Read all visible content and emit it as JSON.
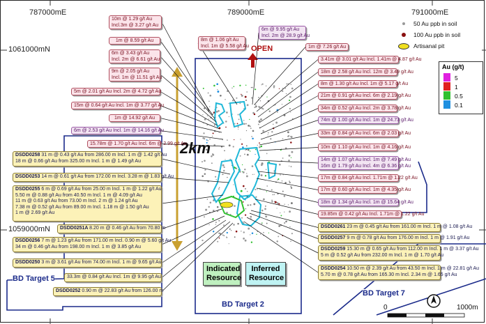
{
  "grid": {
    "eastings": [
      "787000mE",
      "789000mE",
      "791000mE"
    ],
    "northings": [
      "1061000mN",
      "1059000mN"
    ]
  },
  "legend": {
    "items": [
      {
        "label": "50 Au ppb in soil",
        "swatch": "small-dot",
        "color": "#999999"
      },
      {
        "label": "100 Au ppb in soil",
        "swatch": "large-dot",
        "color": "#8a1010"
      },
      {
        "label": "Artisanal pit",
        "swatch": "ellipse",
        "color": "#f0e020"
      }
    ]
  },
  "color_legend": {
    "title": "Au (g/t)",
    "entries": [
      {
        "label": "5",
        "color": "#e020e0"
      },
      {
        "label": "1",
        "color": "#e02020"
      },
      {
        "label": "0.5",
        "color": "#30c030"
      },
      {
        "label": "0.1",
        "color": "#2090e0"
      }
    ]
  },
  "scale": {
    "text": "2km",
    "start": "0",
    "end": "1000m"
  },
  "open_label": "OPEN",
  "targets": [
    "BD Target 5",
    "BD Target 2",
    "BD Target 7"
  ],
  "resources": {
    "indicated": {
      "line1": "Indicated",
      "line2": "Resource",
      "color": "#bff0bf"
    },
    "inferred": {
      "line1": "Inferred",
      "line2": "Resource",
      "color": "#bff3f3"
    }
  },
  "labels_top": [
    {
      "lines": [
        "10m @ 1.29 g/t Au",
        "Incl.3m @ 3.27 g/t Au"
      ],
      "style": "pink"
    },
    {
      "lines": [
        "1m @ 8.59 g/t Au"
      ],
      "style": "pink"
    },
    {
      "lines": [
        "6m @ 3.43 g/t Au",
        "Incl. 2m @ 6.61 g/t Au"
      ],
      "style": "pink"
    },
    {
      "lines": [
        "9m @ 2.05 g/t Au",
        "Incl. 1m @ 11.51 g/t Au"
      ],
      "style": "pink"
    },
    {
      "lines": [
        "5m @ 2.01 g/t Au  Incl. 2m @ 4.72 g/t Au"
      ],
      "style": "pink"
    },
    {
      "lines": [
        "15m @ 0.64 g/t Au  Incl. 1m @ 3.77 g/t Au"
      ],
      "style": "pink"
    },
    {
      "lines": [
        "1m @ 14.92 g/t Au"
      ],
      "style": "pink"
    },
    {
      "lines": [
        "6m @ 2.53 g/t Au  Incl. 1m @ 14.16 g/t Au"
      ],
      "style": "purple"
    },
    {
      "lines": [
        "15.78m @ 1.70 g/t Au  Incl. 6m @ 2.99 g/t Au"
      ],
      "style": "pink"
    },
    {
      "lines": [
        "8m @ 1.06 g/t Au",
        "Incl. 1m @ 5.58 g/t Au"
      ],
      "style": "pink"
    },
    {
      "lines": [
        "6m @ 9.95 g/t Au",
        "Incl. 2m @ 28.9 g/t Au"
      ],
      "style": "purple"
    }
  ],
  "labels_right": [
    {
      "lines": [
        "1m @ 7.26 g/t Au"
      ],
      "style": "pink"
    },
    {
      "lines": [
        "3.41m @ 3.01 g/t Au  Incl. 1.41m @ 4.87 g/t Au"
      ],
      "style": "pink"
    },
    {
      "lines": [
        "18m @ 2.58 g/t Au  Incl. 12m @ 3.49 g/t Au"
      ],
      "style": "pink"
    },
    {
      "lines": [
        "8m @ 1.30 g/t Au  Incl. 1m @ 5.17 g/t Au"
      ],
      "style": "pink"
    },
    {
      "lines": [
        "21m @ 0.91 g/t Au  Incl. 6m @ 2.19 g/t Au"
      ],
      "style": "pink"
    },
    {
      "lines": [
        "34m @ 0.52 g/t Au  Incl. 2m @ 3.78 g/t Au"
      ],
      "style": "pink"
    },
    {
      "lines": [
        "74m @ 1.00 g/t Au  Incl. 1m @ 24.73 g/t Au"
      ],
      "style": "purple"
    },
    {
      "lines": [
        "33m @ 0.84 g/t Au  Incl. 6m @ 2.03 g/t Au"
      ],
      "style": "pink"
    },
    {
      "lines": [
        "10m @ 1.10 g/t Au  Incl. 1m @ 4.16 g/t Au"
      ],
      "style": "pink"
    },
    {
      "lines": [
        "14m @ 1.07 g/t Au  Incl. 1m @ 7.49 g/t Au",
        "16m @ 1.79 g/t Au  Incl. 4m @ 6.36 g/t Au"
      ],
      "style": "purple"
    },
    {
      "lines": [
        "17m @ 0.84 g/t Au  Incl. 1.71m @ 1.22 g/t Au"
      ],
      "style": "pink"
    },
    {
      "lines": [
        "17m @ 0.60 g/t Au  Incl. 1m @ 4.35 g/t Au"
      ],
      "style": "pink"
    },
    {
      "lines": [
        "18m @ 1.34 g/t Au  Incl. 1m @ 15.64 g/t Au"
      ],
      "style": "purple"
    },
    {
      "lines": [
        "19.85m @ 0.42 g/t Au  Incl. 1.71m @ 1.22 g/t Au"
      ],
      "style": "pink"
    }
  ],
  "labels_left_drill": [
    {
      "hole": "DSDD0258",
      "lines": [
        "31 m @ 0.43 g/t Au from 286.00 m Incl. 1 m @ 1.42 g/t Au",
        "18 m @ 0.66 g/t Au from 325.00 m Incl. 1 m @ 1.49 g/t Au"
      ]
    },
    {
      "hole": "DSDD0253",
      "lines": [
        "14 m @ 0.61 g/t Au from 172.00 m Incl. 3.28 m @ 1.83 g/t Au"
      ]
    },
    {
      "hole": "DSDD0255",
      "lines": [
        "6 m @ 0.69 g/t Au from 25.00 m Incl. 1 m @ 1.22 g/t Au",
        "5.50 m @ 0.88 g/t Au from 40.50 m Incl. 1 m @ 4.09 g/t Au",
        "11 m @ 0.63 g/t Au from 73.00 m Incl. 2 m @ 1.24 g/t Au",
        "7.38 m @ 0.52 g/t Au from 89.00 m Incl. 1.18 m @ 1.50 g/t Au",
        "1 m @ 2.69 g/t Au"
      ]
    },
    {
      "hole": "DSDD0251A",
      "lines": [
        "8.20 m @ 0.46 g/t Au from 70.80 m"
      ]
    },
    {
      "hole": "DSDD0256",
      "lines": [
        "7 m @ 1.23 g/t Au from 171.00 m Incl. 0.90 m @ 5.60 g/t Au",
        "34 m @ 0.46 g/t Au from 198.00 m Incl. 1 m @ 3.85 g/t Au"
      ]
    },
    {
      "hole": "DSDD0250",
      "lines": [
        "3 m @ 3.61 g/t Au from 74.00 m Incl. 1 m @ 9.65 g/t Au"
      ]
    },
    {
      "hole": "",
      "lines": [
        "33.3m @ 0.84 g/t Au  Incl. 1m @ 9.95 g/t Au"
      ]
    },
    {
      "hole": "DSDD0252",
      "lines": [
        "0.90 m @ 22.83 g/t Au from 126.00 m"
      ]
    }
  ],
  "labels_right_drill": [
    {
      "hole": "DSDD0261",
      "lines": [
        "23 m @ 0.45 g/t Au from 161.00 m Incl. 1 m @ 1.08 g/t Au"
      ]
    },
    {
      "hole": "DSDD0257",
      "lines": [
        "9 m @ 0.78 g/t Au from 176.00 m Incl. 1 m @ 1.91 g/t Au"
      ]
    },
    {
      "hole": "DSDD0259",
      "lines": [
        "15.30 m @ 0.65 g/t Au from 112.00 m Incl. 1 m @ 3.37 g/t Au",
        "5 m @ 0.52 g/t Au from 232.00 m Incl. 1 m @ 1.70 g/t Au"
      ]
    },
    {
      "hole": "DSDD0254",
      "lines": [
        "10.50 m @ 2.39 g/t Au from 43.50 m Incl. 1 m @ 22.81 g/t Au",
        "5.70 m @ 0.78 g/t Au from 165.30 m Incl. 2.34 m @ 1.65 g/t Au"
      ]
    }
  ]
}
